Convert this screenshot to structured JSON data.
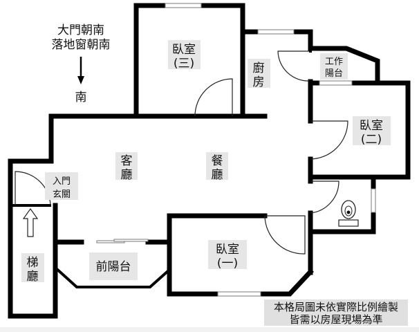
{
  "orientation": {
    "line1": "大門朝南",
    "line2": "落地窗朝南",
    "direction": "南"
  },
  "rooms": {
    "bedroom3": {
      "name": "臥室",
      "num": "(三)"
    },
    "kitchen": {
      "l1": "廚",
      "l2": "房"
    },
    "work_balcony": {
      "l1": "工作",
      "l2": "陽台"
    },
    "bedroom2": {
      "name": "臥室",
      "num": "(二)"
    },
    "living": {
      "l1": "客",
      "l2": "廳"
    },
    "dining": {
      "l1": "餐",
      "l2": "廳"
    },
    "entry": {
      "l1": "入門",
      "l2": "玄關"
    },
    "stair_hall": {
      "l1": "梯",
      "l2": "廳"
    },
    "front_balcony": {
      "name": "前陽台"
    },
    "bedroom1": {
      "name": "臥室",
      "num": "(一)"
    }
  },
  "note": {
    "line1": "本格局圖未依實際比例繪製",
    "line2": "皆需以房屋現場為準"
  },
  "colors": {
    "wall": "#000000",
    "label_bg": "#e6e6e6",
    "footer": "#f2f2f2"
  }
}
